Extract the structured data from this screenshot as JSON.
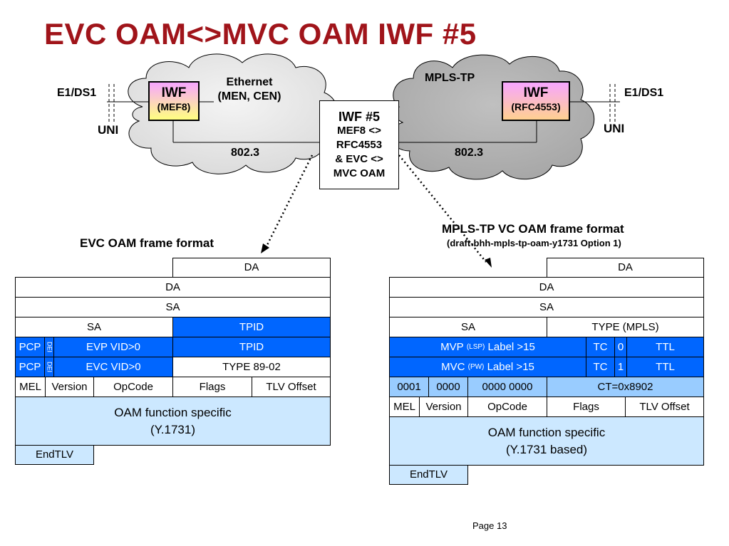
{
  "title": "EVC OAM<>MVC OAM IWF #5",
  "network": {
    "left_tdm": "E1/DS1",
    "right_tdm": "E1/DS1",
    "left_uni": "UNI",
    "right_uni": "UNI",
    "ethernet_cloud": [
      "Ethernet",
      "(MEN, CEN)"
    ],
    "mpls_cloud": "MPLS-TP",
    "left_link": "802.3",
    "right_link": "802.3",
    "iwf_left": {
      "name": "IWF",
      "spec": "(MEF8)"
    },
    "iwf_right": {
      "name": "IWF",
      "spec": "(RFC4553)"
    },
    "iwf5": {
      "title": "IWF #5",
      "lines": [
        "MEF8 <>",
        "RFC4553",
        "& EVC <>",
        "MVC OAM"
      ]
    }
  },
  "evc_format": {
    "title": "EVC OAM frame format",
    "rows": {
      "da_top": "DA",
      "da": "DA",
      "sa": "SA",
      "sa2": "SA",
      "tpid1": "TPID",
      "pcp1": "PCP",
      "dei1": "DEI",
      "evp_vid": "EVP VID>0",
      "tpid2": "TPID",
      "pcp2": "PCP",
      "dei2": "DEI",
      "evc_vid": "EVC VID>0",
      "type": "TYPE 89-02",
      "mel": "MEL",
      "version": "Version",
      "opcode": "OpCode",
      "flags": "Flags",
      "tlv_offset": "TLV Offset",
      "oam_line1": "OAM function specific",
      "oam_line2": "(Y.1731)",
      "endtlv": "EndTLV"
    }
  },
  "mpls_format": {
    "title": "MPLS-TP VC OAM frame format",
    "subtitle": "(draft-bhh-mpls-tp-oam-y1731 Option 1)",
    "rows": {
      "da_top": "DA",
      "da": "DA",
      "sa": "SA",
      "sa2": "SA",
      "type_mpls": "TYPE (MPLS)",
      "mvp_pre": "MVP ",
      "mvp_small": "(LSP)",
      "mvp_post": " Label >15",
      "tc1": "TC",
      "s1": "0",
      "ttl1": "TTL",
      "mvc_pre": "MVC ",
      "mvc_small": "(PW)",
      "mvc_post": " Label >15",
      "tc2": "TC",
      "s2": "1",
      "ttl2": "TTL",
      "nib1": "0001",
      "nib2": "0000",
      "nib3": "0000 0000",
      "ct": "CT=0x8902",
      "mel": "MEL",
      "version": "Version",
      "opcode": "OpCode",
      "flags": "Flags",
      "tlv_offset": "TLV Offset",
      "oam_line1": "OAM function specific",
      "oam_line2": "(Y.1731 based)",
      "endtlv": "EndTLV"
    }
  },
  "footer": {
    "page": "Page 13"
  },
  "colors": {
    "title": "#a0141a",
    "blue": "#0066ff",
    "light_blue": "#cce8ff",
    "mid_blue": "#99ccff"
  }
}
